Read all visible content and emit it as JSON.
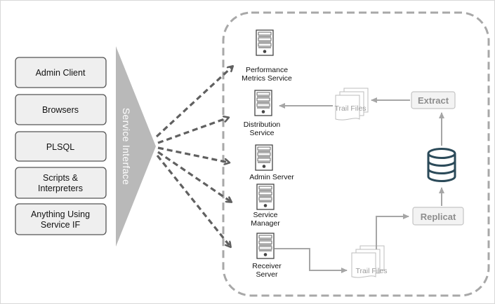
{
  "service_interface_label": "Service Interface",
  "clients": [
    {
      "lines": [
        "Admin Client"
      ]
    },
    {
      "lines": [
        "Browsers"
      ]
    },
    {
      "lines": [
        "PLSQL"
      ]
    },
    {
      "lines": [
        "Scripts &",
        "Interpreters"
      ]
    },
    {
      "lines": [
        "Anything Using",
        "Service IF"
      ]
    }
  ],
  "services": [
    {
      "lines": [
        "Performance",
        "Metrics Service"
      ]
    },
    {
      "lines": [
        "Distribution",
        "Service"
      ]
    },
    {
      "lines": [
        "Admin Server"
      ]
    },
    {
      "lines": [
        "Service",
        "Manager"
      ]
    },
    {
      "lines": [
        "Receiver",
        "Server"
      ]
    }
  ],
  "processes": {
    "extract_label": "Extract",
    "replicat_label": "Replicat"
  },
  "trail_files": {
    "upper_label": "Trail Files",
    "lower_label": "Trail Files"
  },
  "icons": {
    "server": "server-icon",
    "database": "database-icon",
    "document_stack": "document-stack-icon"
  },
  "colors": {
    "arrow_dark": "#606060",
    "arrow_light": "#a6a6a6",
    "interface": "#b9b9b9",
    "database": "#2b4a59",
    "dashed_border": "#a8a8a8"
  }
}
